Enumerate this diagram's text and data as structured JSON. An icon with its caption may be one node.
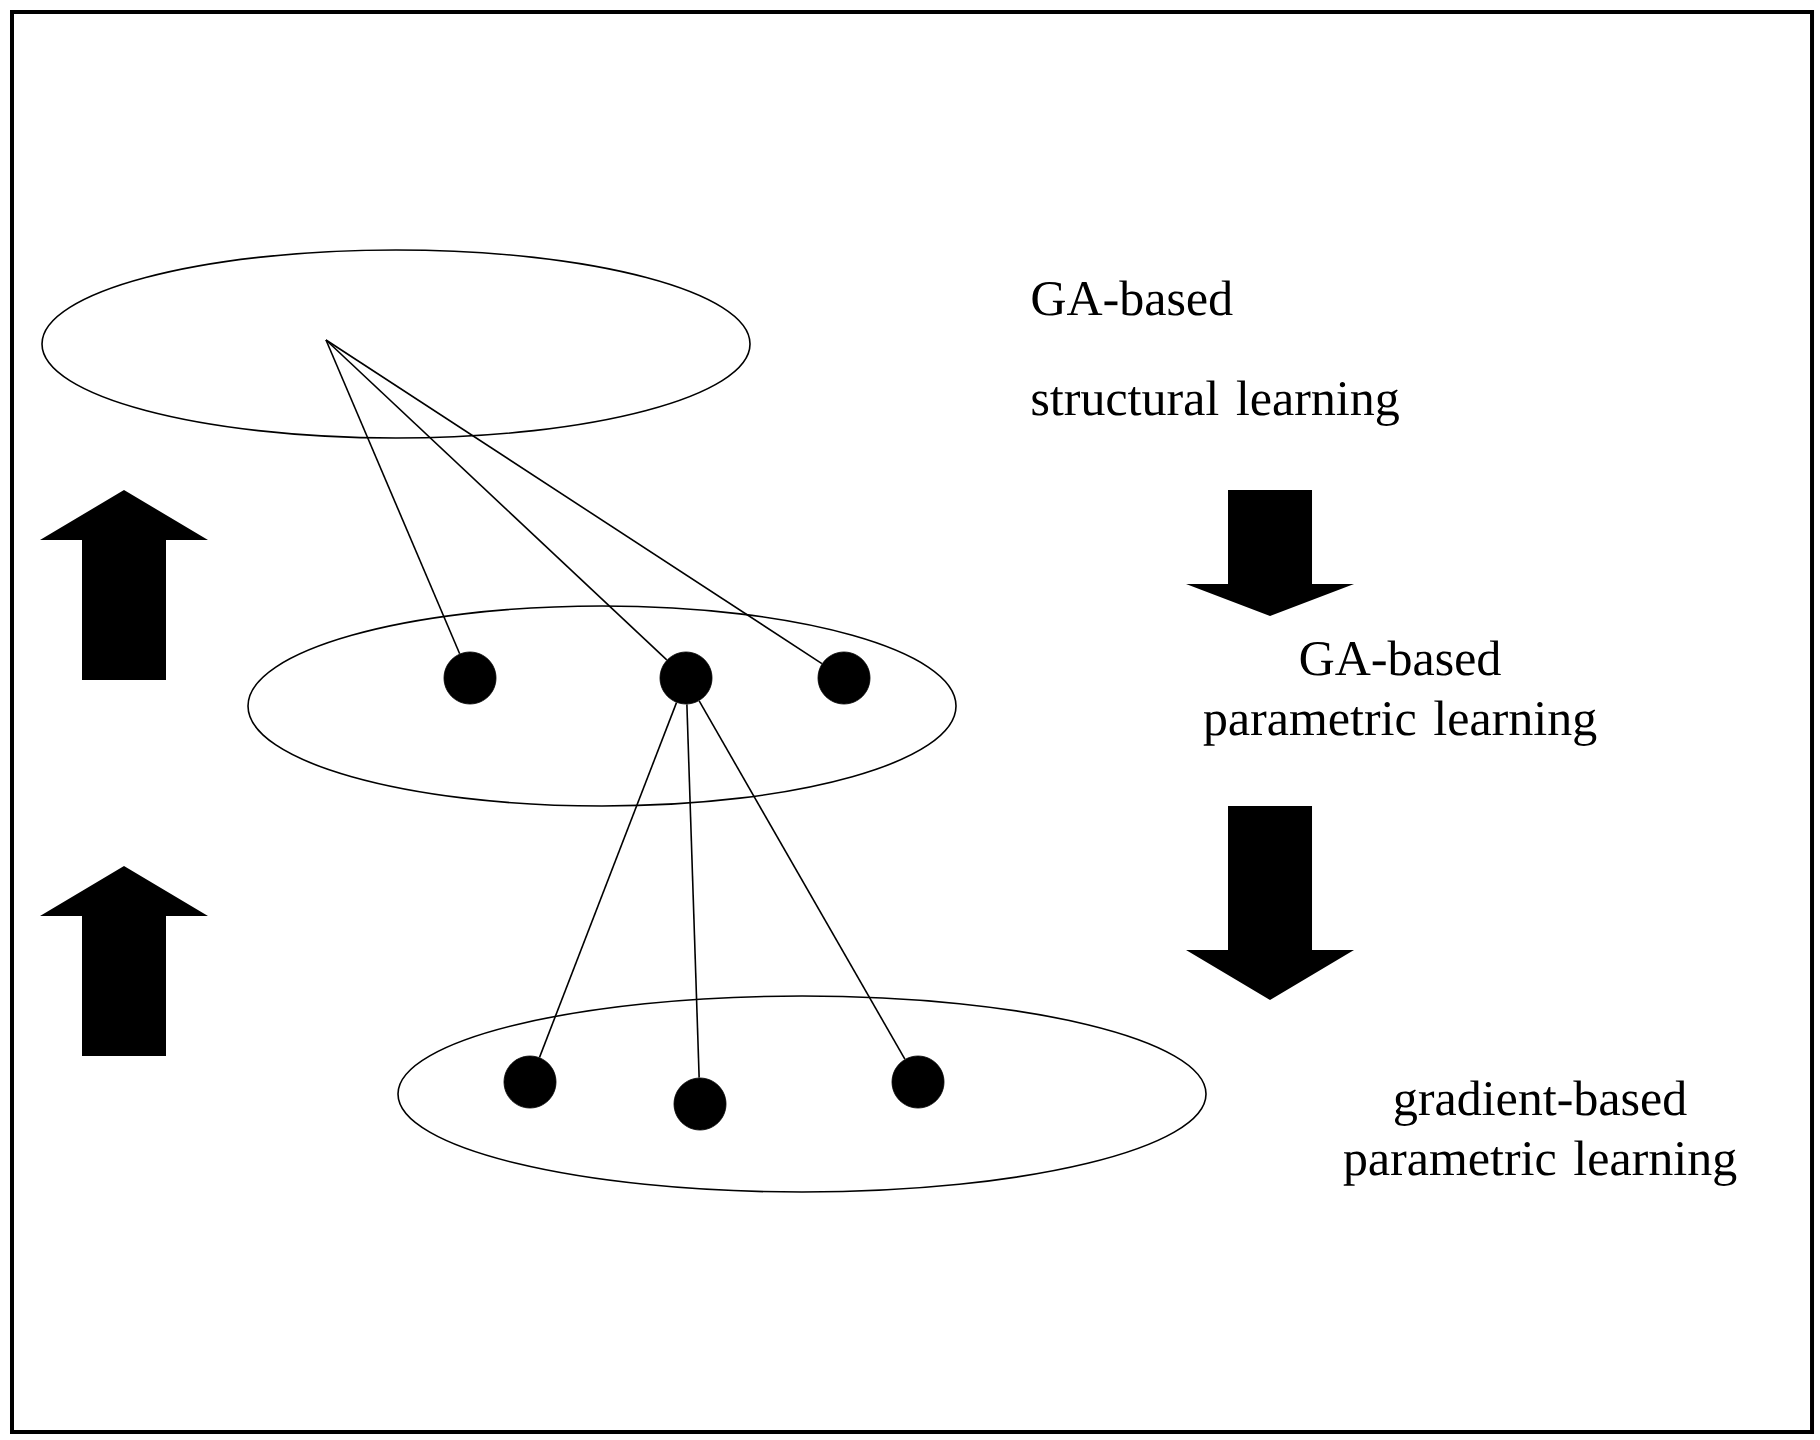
{
  "diagram": {
    "nodes": [
      {
        "text": [],
        "shape": "ellipse"
      },
      {
        "text": [],
        "shape": "ellipse"
      },
      {
        "text": [],
        "shape": "ellipse"
      },
      {
        "text": [],
        "shape": "circle",
        "in": 1
      },
      {
        "text": [],
        "shape": "circle",
        "in": 1
      },
      {
        "text": [],
        "shape": "circle",
        "in": 1
      },
      {
        "text": [],
        "shape": "circle",
        "in": 2
      },
      {
        "text": [],
        "shape": "circle",
        "in": 2
      },
      {
        "text": [],
        "shape": "circle",
        "in": 2
      }
    ],
    "edges": [
      {
        "from": 0,
        "to": 3,
        "arrow": "none"
      },
      {
        "from": 0,
        "to": 4,
        "arrow": "none"
      },
      {
        "from": 0,
        "to": 5,
        "arrow": "none"
      },
      {
        "from": 4,
        "to": 6,
        "arrow": "none"
      },
      {
        "from": 4,
        "to": 7,
        "arrow": "none"
      },
      {
        "from": 4,
        "to": 8,
        "arrow": "none"
      }
    ],
    "labels": [
      "GA-based structural learning",
      "GA-based parametric learning",
      "gradient-based parametric learning"
    ]
  }
}
